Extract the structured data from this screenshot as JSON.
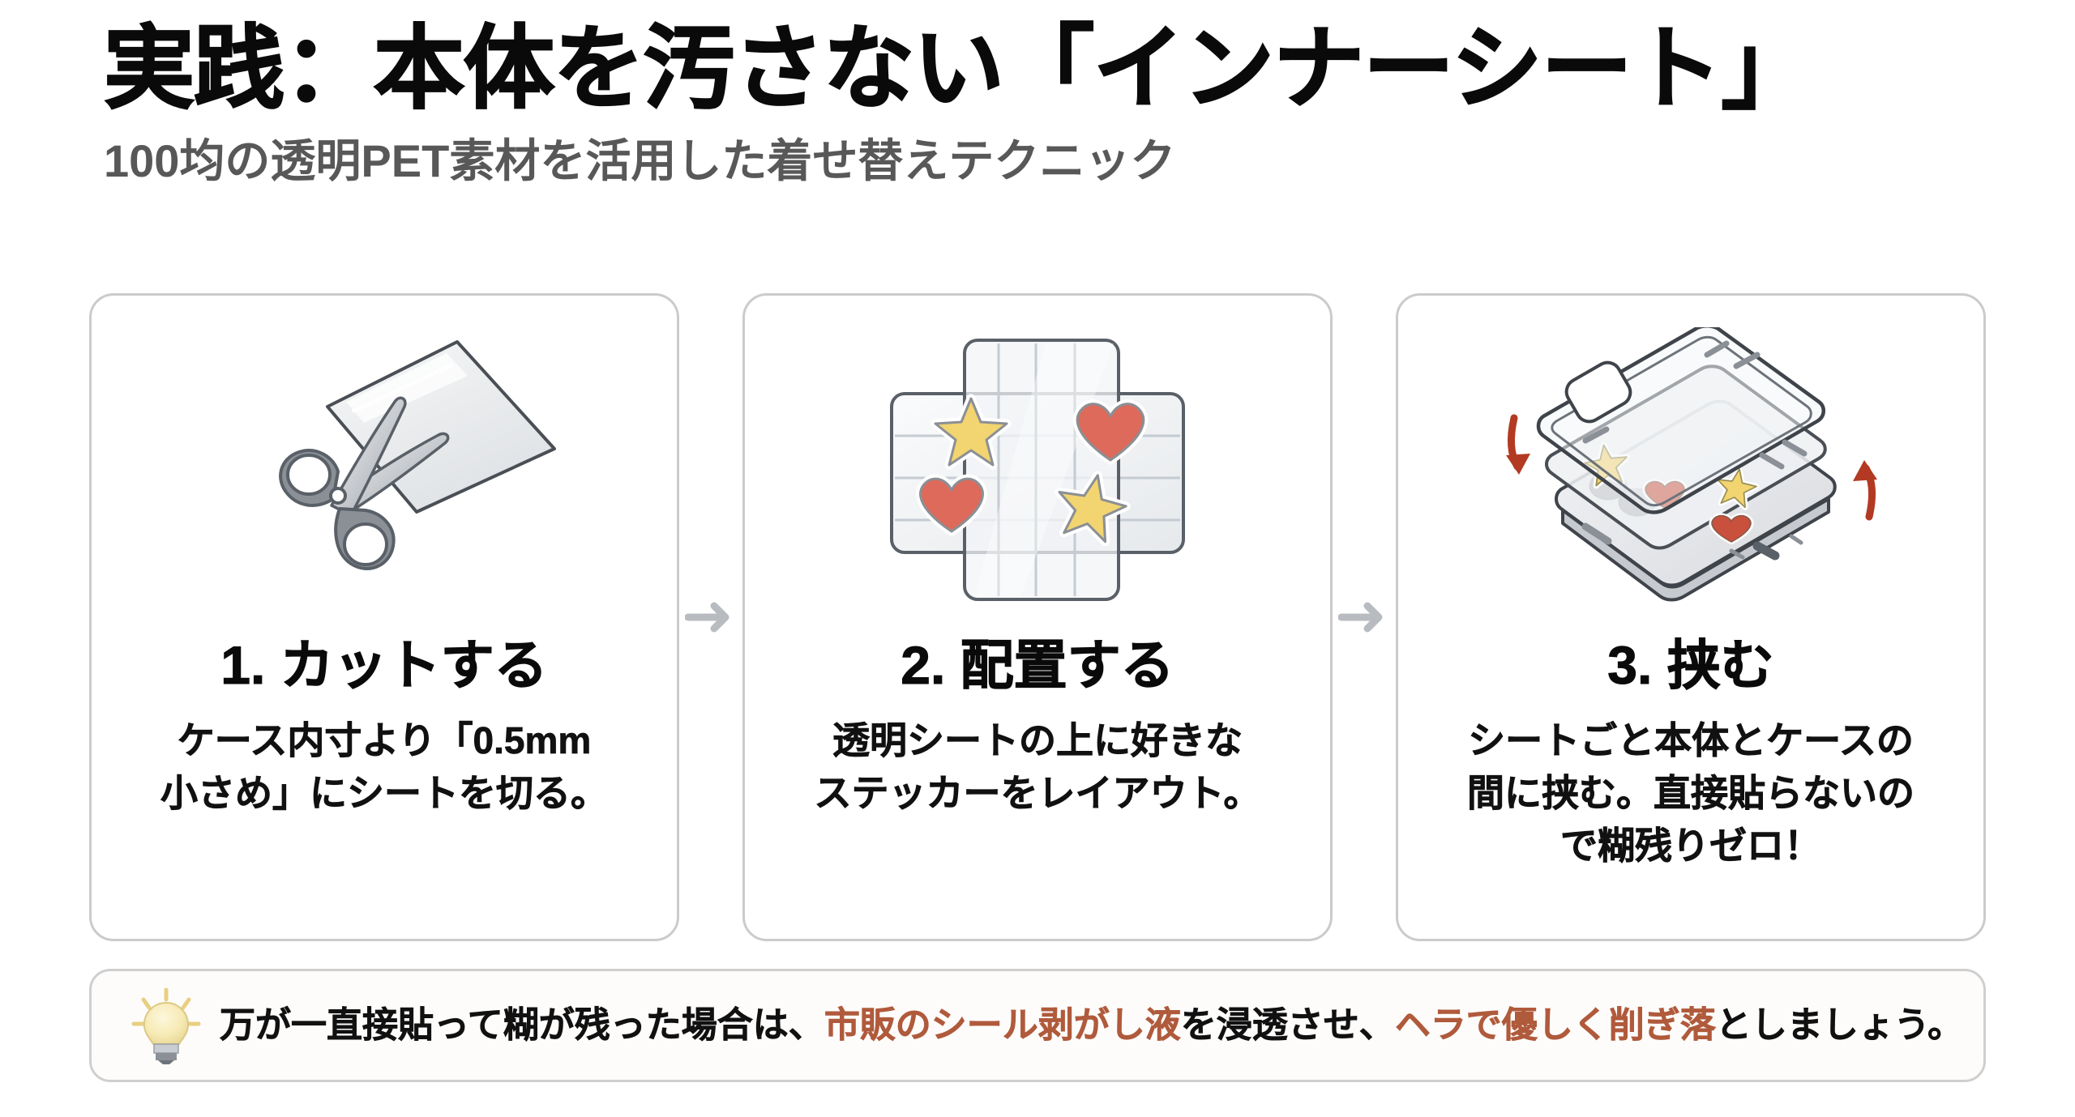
{
  "header": {
    "title": "実践：本体を汚さない「インナーシート」",
    "subtitle": "100均の透明PET素材を活用した着せ替えテクニック"
  },
  "steps": [
    {
      "title": "1. カットする",
      "desc_line1": "ケース内寸より「0.5mm",
      "desc_line2": "小さめ」にシートを切る。",
      "icon": "scissors-cutting-sheet-icon"
    },
    {
      "title": "2. 配置する",
      "desc_line1": "透明シートの上に好きな",
      "desc_line2": "ステッカーをレイアウト。",
      "icon": "stickers-on-sheet-icon"
    },
    {
      "title": "3. 挟む",
      "desc_line1": "シートごと本体とケースの",
      "desc_line2": "間に挟む。直接貼らないの",
      "desc_line3": "で糊残りゼロ！",
      "icon": "phone-case-exploded-icon"
    }
  ],
  "connectors": [
    {
      "icon": "arrow-right-icon"
    },
    {
      "icon": "arrow-right-icon"
    }
  ],
  "tip": {
    "icon": "lightbulb-icon",
    "text_part1": "万が一直接貼って糊が残った場合は、",
    "highlight1": "市販のシール剥がし液",
    "text_part2": "を浸透させ、",
    "highlight2": "ヘラで優しく削ぎ落",
    "text_part3": "としましょう。"
  },
  "colors": {
    "headline": "#0a0a0a",
    "subhead": "#585858",
    "card_border": "#cbcbcb",
    "arrow": "#b8bcc0",
    "highlight": "#b05a3c",
    "sticker_star": "#f2d470",
    "sticker_heart": "#dd6a5a",
    "red_arrow": "#b33a22"
  }
}
